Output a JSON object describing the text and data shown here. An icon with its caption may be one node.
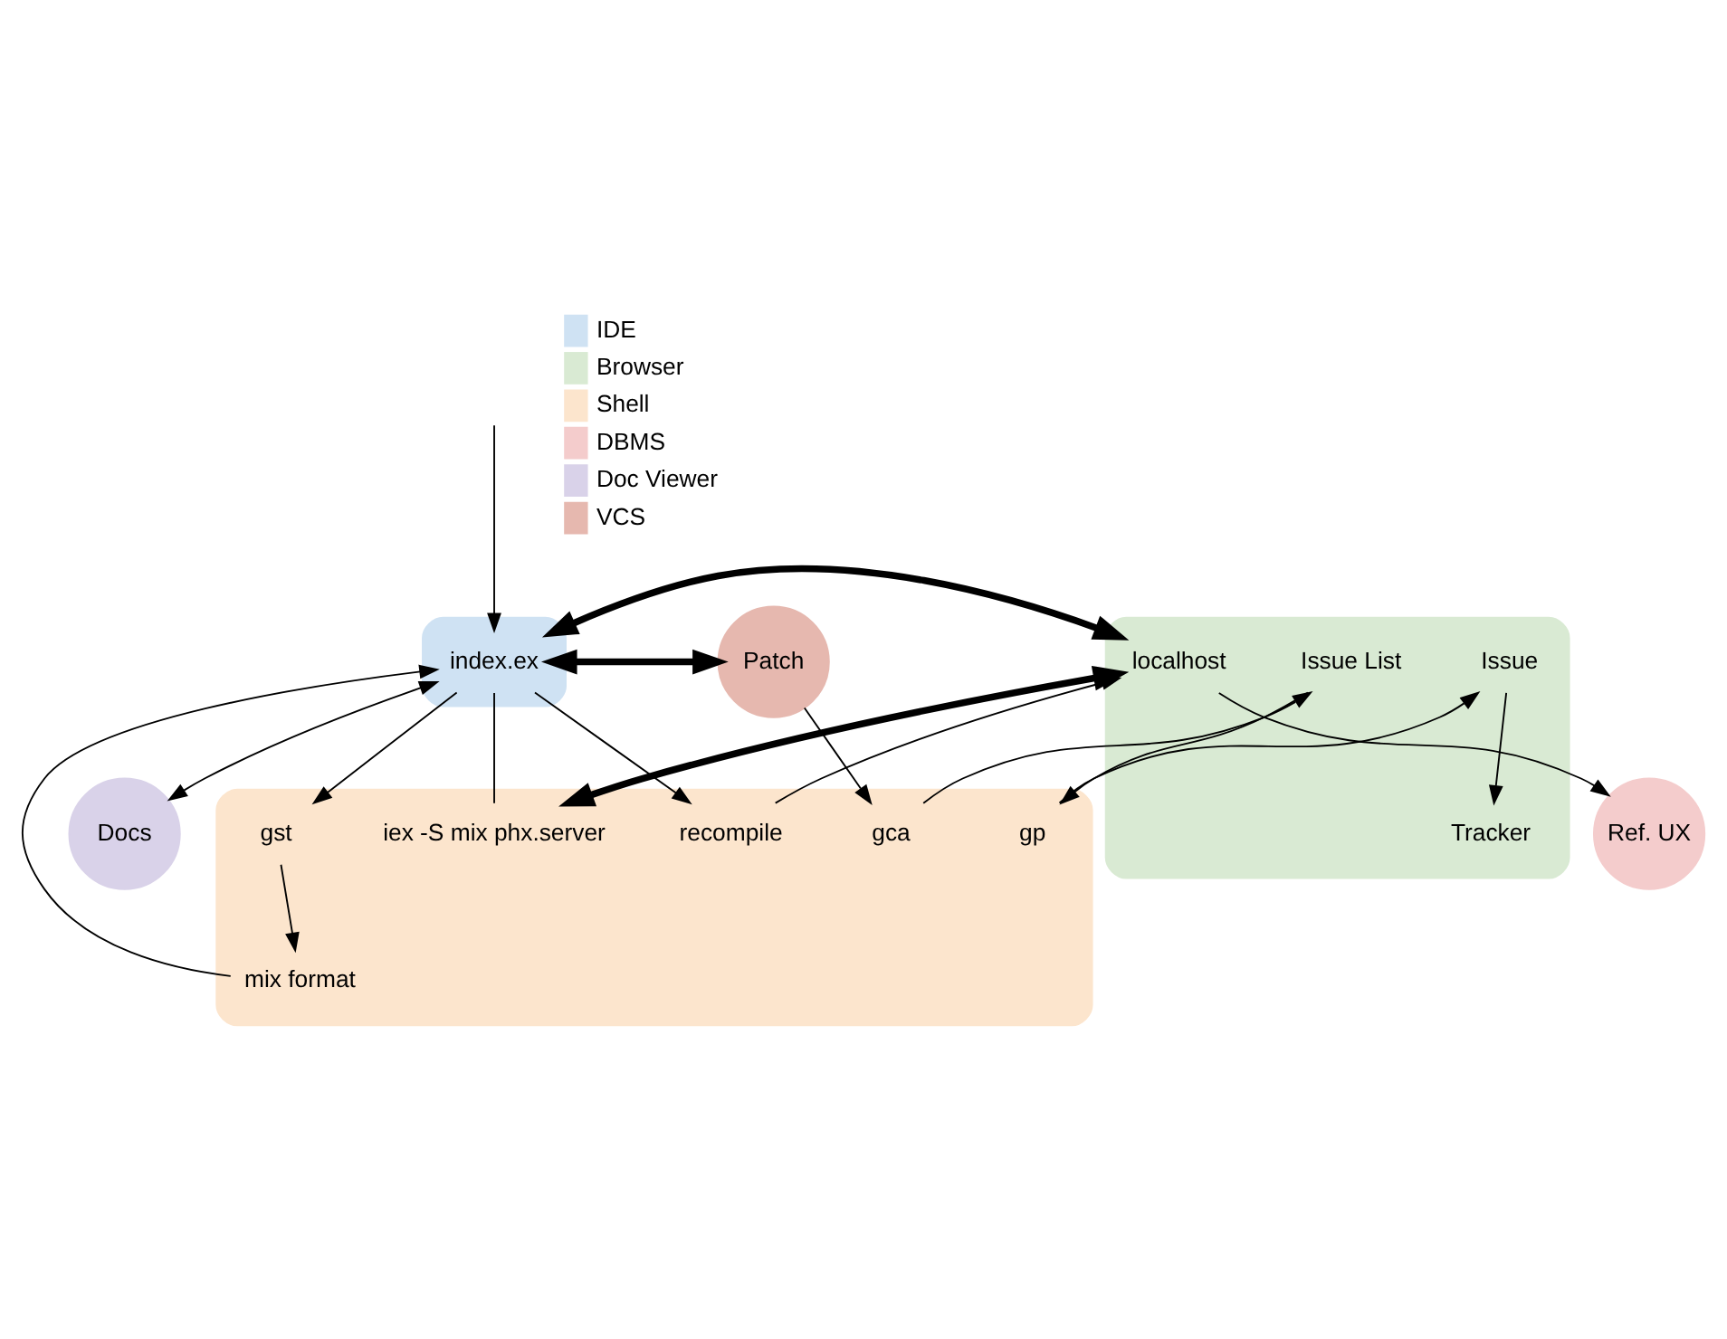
{
  "diagram": {
    "nodes": [
      {
        "text": [],
        "shape": "ellipse"
      },
      {
        "text": [
          "index.ex"
        ],
        "in": 0
      },
      {
        "text": [
          "Ref. UX"
        ]
      },
      {
        "text": [
          "Docs"
        ]
      },
      {
        "text": [
          "Patch"
        ]
      },
      {
        "text": [],
        "shape": "ellipse"
      },
      {
        "text": [
          "localhost"
        ],
        "in": 5
      },
      {
        "text": [
          "Issue List"
        ],
        "in": 5
      },
      {
        "text": [
          "Issue"
        ],
        "in": 5
      },
      {
        "text": [
          "Tracker"
        ],
        "in": 5
      },
      {
        "text": [],
        "shape": "ellipse"
      },
      {
        "text": [
          "iex -S mix phx.server"
        ],
        "in": 10
      },
      {
        "text": [
          "recompile"
        ],
        "in": 10
      },
      {
        "text": [
          "gst"
        ],
        "in": 10
      },
      {
        "text": [
          "mix format"
        ],
        "in": 10
      },
      {
        "text": [
          "gca"
        ],
        "in": 10
      },
      {
        "text": [
          "gp"
        ],
        "in": 10
      }
    ],
    "edges": [
      {
        "from": null,
        "to": 1,
        "arrow": "to"
      },
      {
        "from": 1,
        "to": 3,
        "arrow": "both"
      },
      {
        "from": 1,
        "to": 4,
        "arrow": "both",
        "style": "thick"
      },
      {
        "from": 6,
        "to": 1,
        "arrow": "both",
        "style": "thick"
      },
      {
        "from": 6,
        "to": 2,
        "arrow": "to"
      },
      {
        "from": 6,
        "to": 11,
        "arrow": "both",
        "style": "thick"
      },
      {
        "from": 1,
        "to": 11,
        "arrow": "none"
      },
      {
        "from": 1,
        "to": 12,
        "arrow": "to"
      },
      {
        "from": 1,
        "to": 13,
        "arrow": "to"
      },
      {
        "from": 14,
        "to": 1,
        "arrow": "to"
      },
      {
        "from": 12,
        "to": 6,
        "arrow": "to"
      },
      {
        "from": 13,
        "to": 14,
        "arrow": "to"
      },
      {
        "from": 4,
        "to": 15,
        "arrow": "to"
      },
      {
        "from": 15,
        "to": 7,
        "arrow": "to"
      },
      {
        "from": 7,
        "to": 16,
        "arrow": "to"
      },
      {
        "from": 16,
        "to": 8,
        "arrow": "to"
      },
      {
        "from": 8,
        "to": 9,
        "arrow": "to"
      }
    ],
    "legend": [
      {
        "text": "IDE",
        "color": "#cfe2f3"
      },
      {
        "text": "Browser",
        "color": "#d9ead3"
      },
      {
        "text": "Shell",
        "color": "#fce5cd"
      },
      {
        "text": "DBMS",
        "color": "#f4cccc"
      },
      {
        "text": "Doc Viewer",
        "color": "#d9d2e9"
      },
      {
        "text": "VCS",
        "color": "#e6b8af"
      }
    ]
  }
}
